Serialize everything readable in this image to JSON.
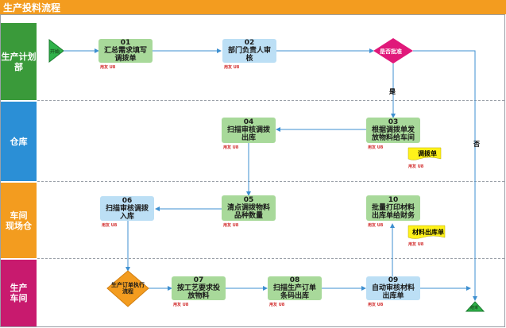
{
  "title": "生产投料流程",
  "lanes": [
    {
      "label_line1": "生产计划",
      "label_line2": "部",
      "color": "#3a9a3a"
    },
    {
      "label_line1": "仓库",
      "label_line2": "",
      "color": "#2b8fd6"
    },
    {
      "label_line1": "车间",
      "label_line2": "现场仓",
      "color": "#f39c1f"
    },
    {
      "label_line1": "生产",
      "label_line2": "车间",
      "color": "#c81a6e"
    }
  ],
  "nodes": {
    "n01": {
      "num": "01",
      "line1": "汇总需求填写",
      "line2": "调拨单"
    },
    "n02": {
      "num": "02",
      "line1": "部门负责人审",
      "line2": "核"
    },
    "n03": {
      "num": "03",
      "line1": "根据调拨单发",
      "line2": "放物料给车间"
    },
    "n04": {
      "num": "04",
      "line1": "扫描审核调拨",
      "line2": "出库"
    },
    "n05": {
      "num": "05",
      "line1": "清点调拨物料",
      "line2": "品种数量"
    },
    "n06": {
      "num": "06",
      "line1": "扫描审核调拨",
      "line2": "入库"
    },
    "n07": {
      "num": "07",
      "line1": "按工艺要求投",
      "line2": "放物料"
    },
    "n08": {
      "num": "08",
      "line1": "扫描生产订单",
      "line2": "条码出库"
    },
    "n09": {
      "num": "09",
      "line1": "自动审核材料",
      "line2": "出库单"
    },
    "n10": {
      "num": "10",
      "line1": "批量打印材料",
      "line2": "出库单给财务"
    }
  },
  "decision": {
    "label": "是否批准",
    "yes": "是",
    "no": "否"
  },
  "subprocess": {
    "line1": "生产订单执行",
    "line2": "流程"
  },
  "documents": {
    "transfer": "调拨单",
    "material": "材料出库单"
  },
  "start_label": "开始",
  "end_label": "结束",
  "brand": "用友 U8"
}
